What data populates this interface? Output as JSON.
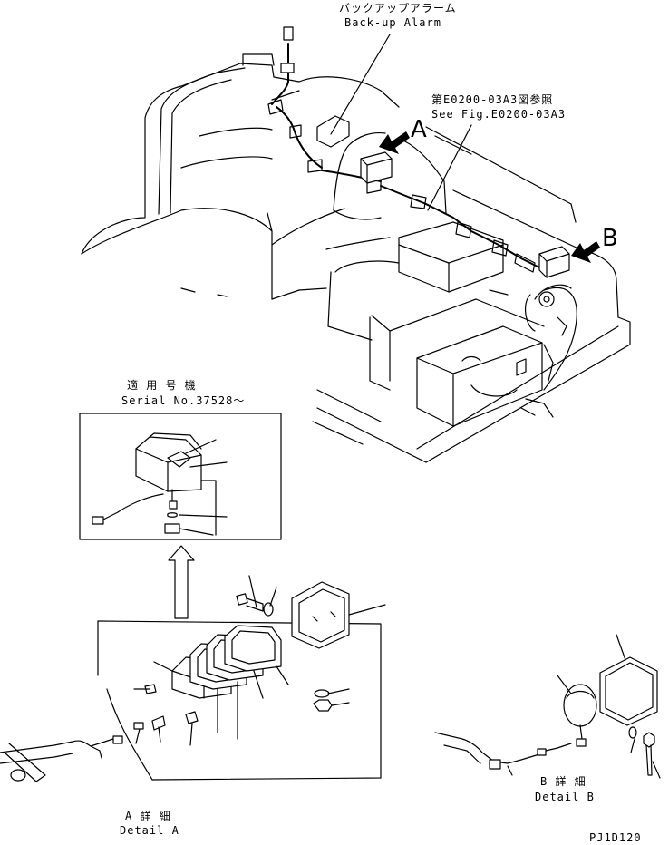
{
  "labels": {
    "backup_alarm_jp": "バックアップアラーム",
    "backup_alarm_en": "Back-up Alarm",
    "see_fig_jp": "第E0200-03A3図参照",
    "see_fig_en": "See Fig.E0200-03A3",
    "marker_a": "A",
    "marker_b": "B",
    "serial_jp": "適 用 号 機",
    "serial_en": "Serial No.37528～",
    "detail_a_jp": "A 詳 細",
    "detail_a_en": "Detail A",
    "detail_b_jp": "B 詳 細",
    "detail_b_en": "Detail B",
    "drawing_code": "PJ1D120"
  }
}
